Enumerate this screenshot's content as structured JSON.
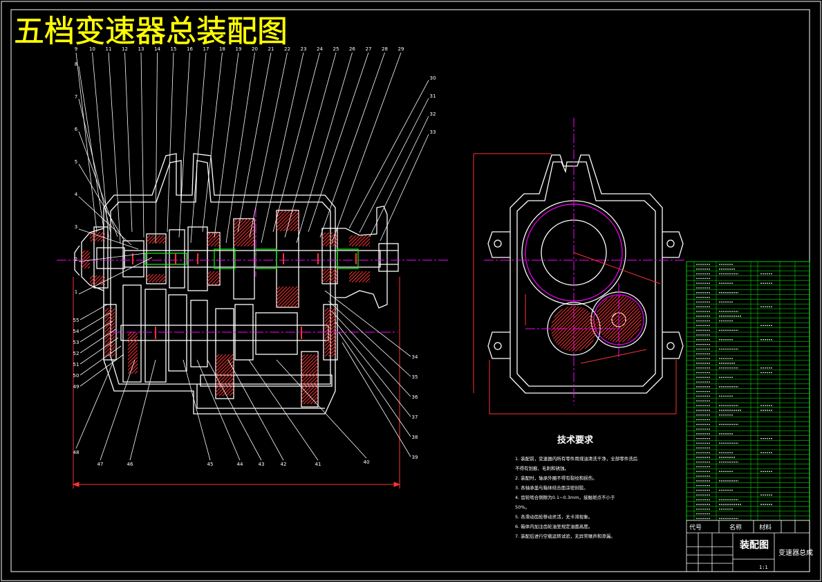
{
  "drawing": {
    "title": "五档变速器总装配图",
    "colors": {
      "background": "#000000",
      "title": "#ffff00",
      "outline": "#ffffff",
      "leader": "#ffffff",
      "centerline": "#ff00ff",
      "dimension": "#ff0000",
      "hatch": "#ff3333",
      "shaft": "#00ff00",
      "table": "#00ff00",
      "circle_pitch": "#ff00ff"
    },
    "balloon_numbers_top": [
      "9",
      "10",
      "11",
      "12",
      "13",
      "14",
      "15",
      "16",
      "17",
      "18",
      "19",
      "20",
      "21",
      "22",
      "23",
      "24",
      "25",
      "26",
      "27",
      "28",
      "29"
    ],
    "balloon_numbers_left": [
      "8",
      "7",
      "6",
      "5",
      "4",
      "3",
      "2",
      "1"
    ],
    "balloon_numbers_right": [
      "30",
      "31",
      "32",
      "33"
    ],
    "balloon_numbers_lower_left": [
      "55",
      "54",
      "53",
      "52",
      "51",
      "50",
      "49"
    ],
    "balloon_numbers_bottom": [
      "48",
      "47",
      "46",
      "45",
      "44",
      "43",
      "42",
      "41",
      "40"
    ],
    "balloon_numbers_lower_right": [
      "34",
      "35",
      "36",
      "37",
      "38",
      "39"
    ]
  },
  "tech_requirements": {
    "heading": "技术要求",
    "items": [
      "1. 装配前，变速器内所有零件用煤油清洗干净，全部零件洗后",
      "    不得有划痕、毛刺和锈蚀。",
      "2. 装配时，轴承外圈不得有裂纹和损伤。",
      "3. 各轴承盖与箱体结合面涂密封胶。",
      "4. 齿轮啮合侧隙为0.1~0.3mm，接触斑点不小于",
      "    50%。",
      "5. 各滑动齿轮移动灵活，无卡滞现象。",
      "6. 箱体内加注齿轮油至规定油面高度。",
      "7. 装配后进行空载运转试验，无异常噪声和渗漏。"
    ]
  },
  "title_block": {
    "drawing_name": "装配图",
    "part_name": "变速器总成",
    "header_code": "代号",
    "header_name": "名称",
    "header_material": "材料",
    "scale": "1:1"
  }
}
